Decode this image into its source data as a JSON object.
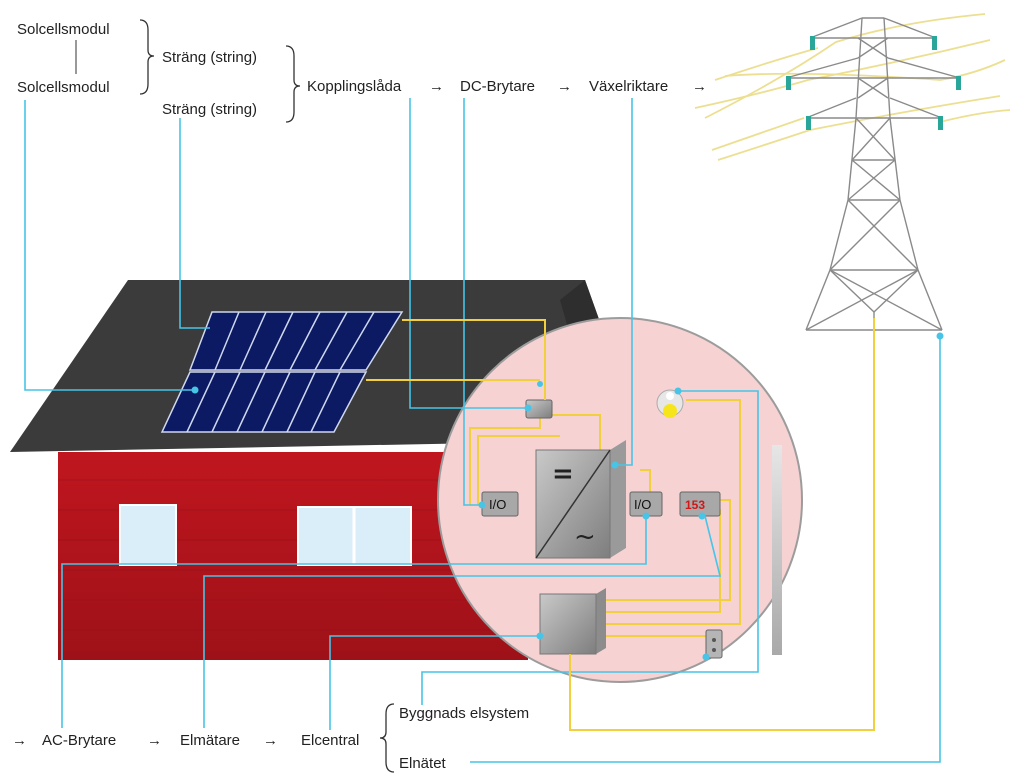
{
  "labels": {
    "module_top": "Solcellsmodul",
    "module_bottom": "Solcellsmodul",
    "string_top": "Sträng (string)",
    "string_bottom": "Sträng (string)",
    "junction_box": "Kopplingslåda",
    "dc_breaker": "DC-Brytare",
    "inverter": "Växelriktare",
    "ac_breaker": "AC-Brytare",
    "meter": "Elmätare",
    "panel": "Elcentral",
    "building_system": "Byggnads elsystem",
    "grid": "Elnätet"
  },
  "devices": {
    "io_left": "I/O",
    "io_right": "I/O",
    "meter_display": "153",
    "inverter_dc_symbol": "=",
    "inverter_ac_symbol": "~"
  },
  "colors": {
    "wall": "#b0141c",
    "roof": "#3a3a3a",
    "panel": "#0b1a63",
    "inset": "#f7cfcf",
    "line_blue": "#47c4e6",
    "line_yellow": "#f2cf3c"
  }
}
